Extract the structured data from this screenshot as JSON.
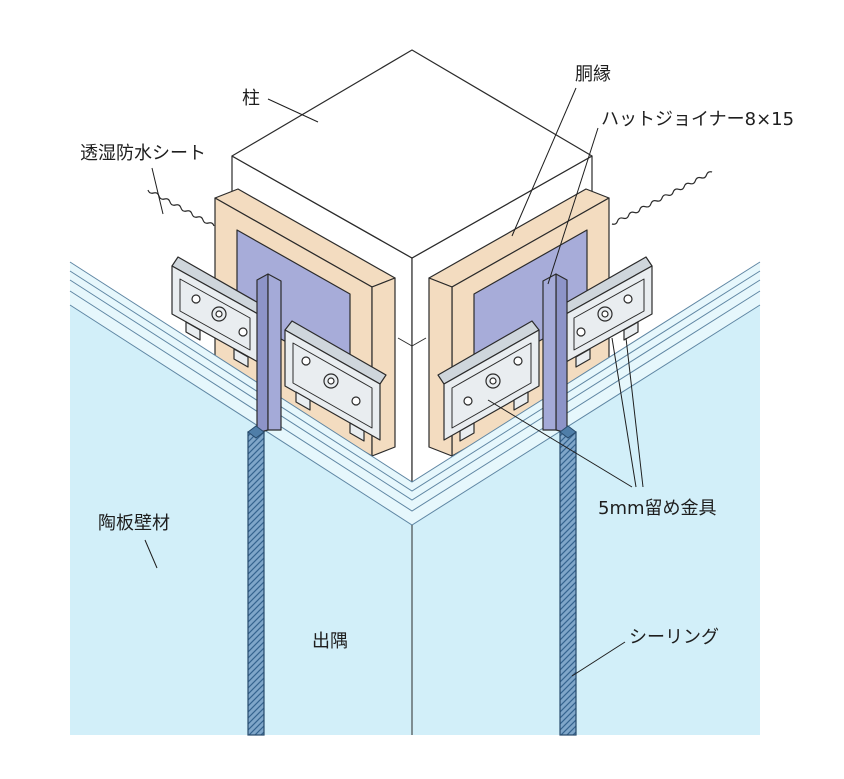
{
  "diagram": {
    "labels": {
      "column": "柱",
      "furring_strip": "胴縁",
      "hat_joiner": "ハットジョイナー8×15",
      "membrane_sheet": "透湿防水シート",
      "ceramic_siding": "陶板壁材",
      "fastener": "5mm留め金具",
      "external_corner": "出隅",
      "sealing": "シーリング"
    }
  },
  "colors": {
    "column": "#ffffff",
    "panel": "#d2eff9",
    "panel_top": "#e6f7fc",
    "furring": "#f3dcc0",
    "recess": "#a7acd9",
    "joiner": "#a4aad8",
    "joiner_shade": "#8d94c8",
    "bracket": "#e9edf0",
    "bracket_edge": "#cfd6dc",
    "sealant": "#7fa6c9"
  }
}
